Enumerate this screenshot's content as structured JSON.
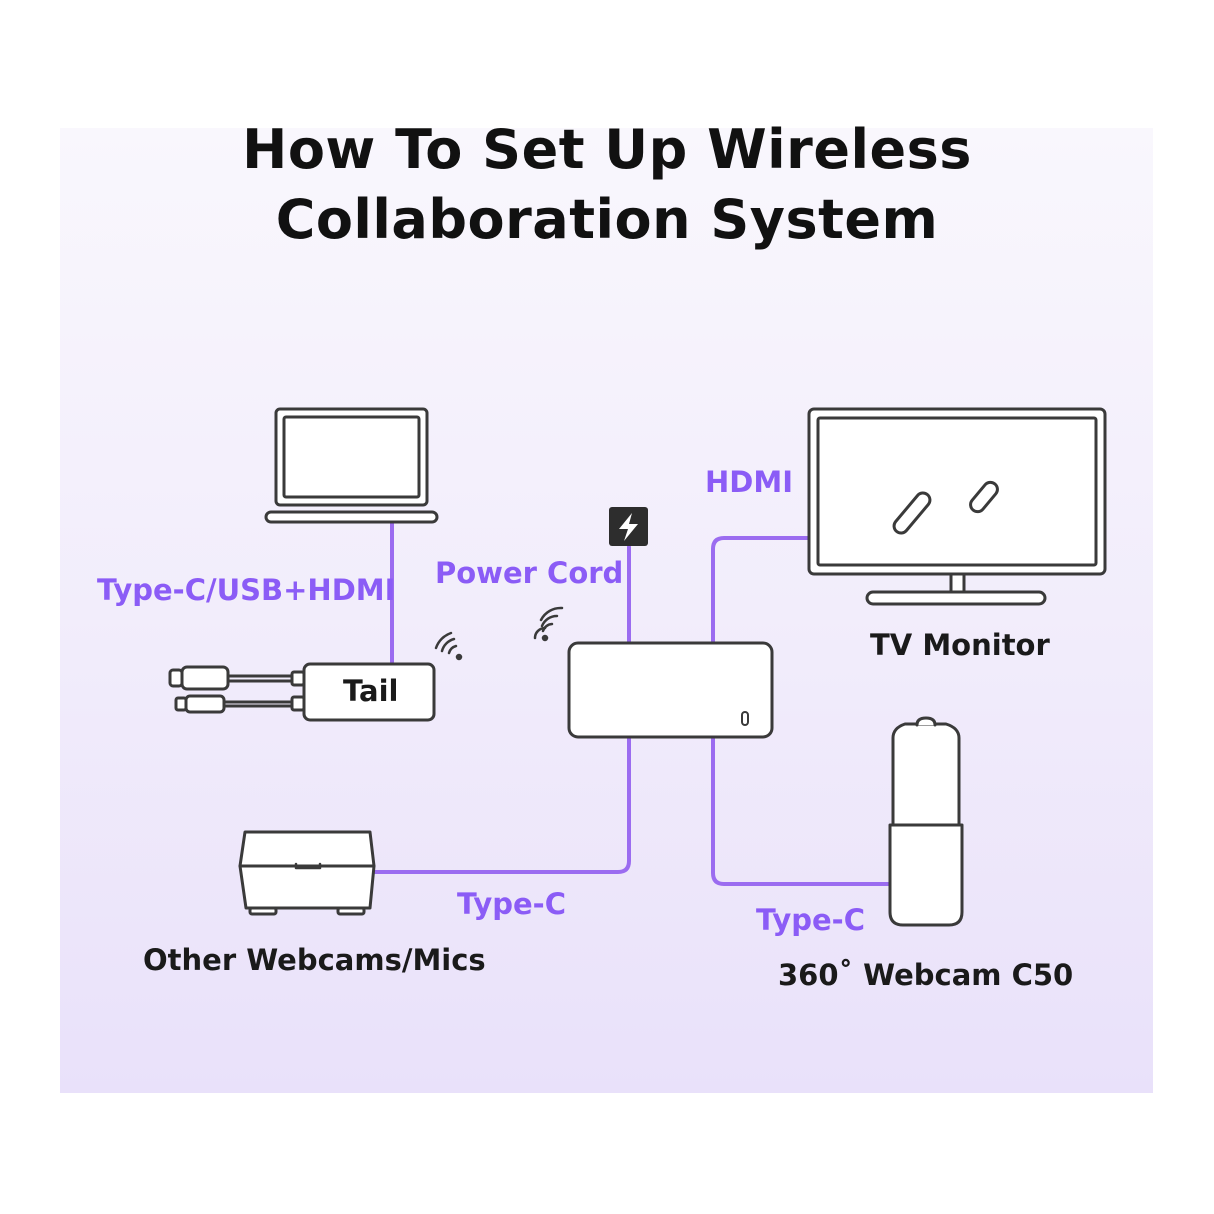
{
  "title": {
    "line1": "How To Set Up Wireless",
    "line2": "Collaboration System"
  },
  "labels": {
    "laptop_cable": "Type-C/USB+HDMI",
    "tail": "Tail",
    "power_cord": "Power Cord",
    "hdmi": "HDMI",
    "tv_monitor": "TV Monitor",
    "webcam_cable": "Type-C",
    "other_cable": "Type-C",
    "other_devices": "Other Webcams/Mics",
    "webcam_c50": "360˚ Webcam C50"
  },
  "icons": {
    "laptop": "laptop-icon",
    "tail_dongle": "dongle-icon",
    "hub": "hub-box-icon",
    "power": "lightning-bolt-icon",
    "wifi": "wireless-signal-icon",
    "tv": "tv-monitor-icon",
    "webcam_c50": "cylinder-webcam-icon",
    "other_webcam": "folding-webcam-icon"
  },
  "colors": {
    "accent": "#8b5cf6",
    "line": "#9b6cf0",
    "outline": "#3a3a3a",
    "panel": "#f3effb"
  }
}
